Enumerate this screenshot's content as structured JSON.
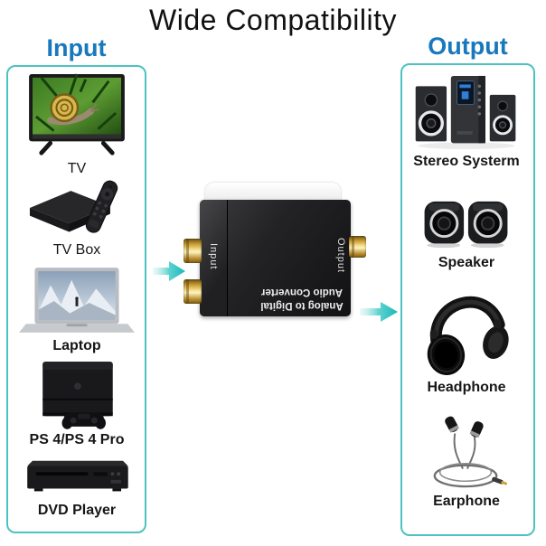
{
  "title": "Wide Compatibility",
  "colors": {
    "panel_border_teal": "#4cc3c0",
    "header_blue": "#1878bd",
    "arrow_teal": "#1fbfc0",
    "rca_gold": "#e8c96a"
  },
  "input_panel": {
    "header": "Input",
    "items": [
      {
        "label": "TV",
        "icon": "tv-icon"
      },
      {
        "label": "TV Box",
        "icon": "tv-box-icon"
      },
      {
        "label": "Laptop",
        "icon": "laptop-icon"
      },
      {
        "label": "PS 4/PS 4 Pro",
        "icon": "ps4-icon"
      },
      {
        "label": "DVD Player",
        "icon": "dvd-player-icon"
      }
    ]
  },
  "output_panel": {
    "header": "Output",
    "items": [
      {
        "label": "Stereo Systerm",
        "icon": "stereo-system-icon"
      },
      {
        "label": "Speaker",
        "icon": "speaker-icon"
      },
      {
        "label": "Headphone",
        "icon": "headphone-icon"
      },
      {
        "label": "Earphone",
        "icon": "earphone-icon"
      }
    ]
  },
  "converter": {
    "input_port_label": "Input",
    "output_port_label": "Output",
    "center_label_line1": "Analog to Digital",
    "center_label_line2": "Audio Converter"
  }
}
